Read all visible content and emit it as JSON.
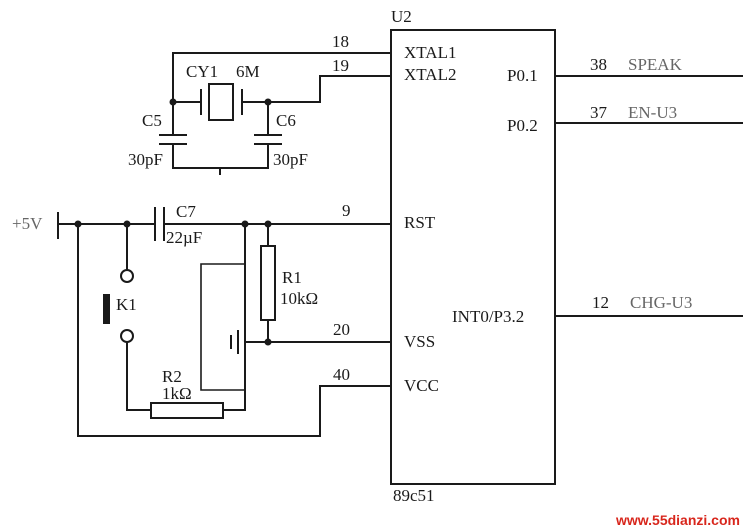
{
  "chip": {
    "ref": "U2",
    "part": "89c51",
    "pins_left": [
      {
        "num": "18",
        "name": "XTAL1"
      },
      {
        "num": "19",
        "name": "XTAL2"
      },
      {
        "num": "9",
        "name": "RST"
      },
      {
        "num": "20",
        "name": "VSS"
      },
      {
        "num": "40",
        "name": "VCC"
      }
    ],
    "pins_right": [
      {
        "num": "38",
        "name": "P0.1",
        "net": "SPEAK"
      },
      {
        "num": "37",
        "name": "P0.2",
        "net": "EN-U3"
      },
      {
        "num": "12",
        "name": "INT0/P3.2",
        "net": "CHG-U3"
      }
    ]
  },
  "crystal": {
    "ref": "CY1",
    "value": "6M"
  },
  "capacitors": [
    {
      "ref": "C5",
      "value": "30pF"
    },
    {
      "ref": "C6",
      "value": "30pF"
    },
    {
      "ref": "C7",
      "value": "22µF"
    }
  ],
  "resistors": [
    {
      "ref": "R1",
      "value": "10kΩ"
    },
    {
      "ref": "R2",
      "value": "1kΩ"
    }
  ],
  "switch": {
    "ref": "K1"
  },
  "supply": {
    "label": "+5V"
  },
  "watermark": "www.55dianzi.com"
}
